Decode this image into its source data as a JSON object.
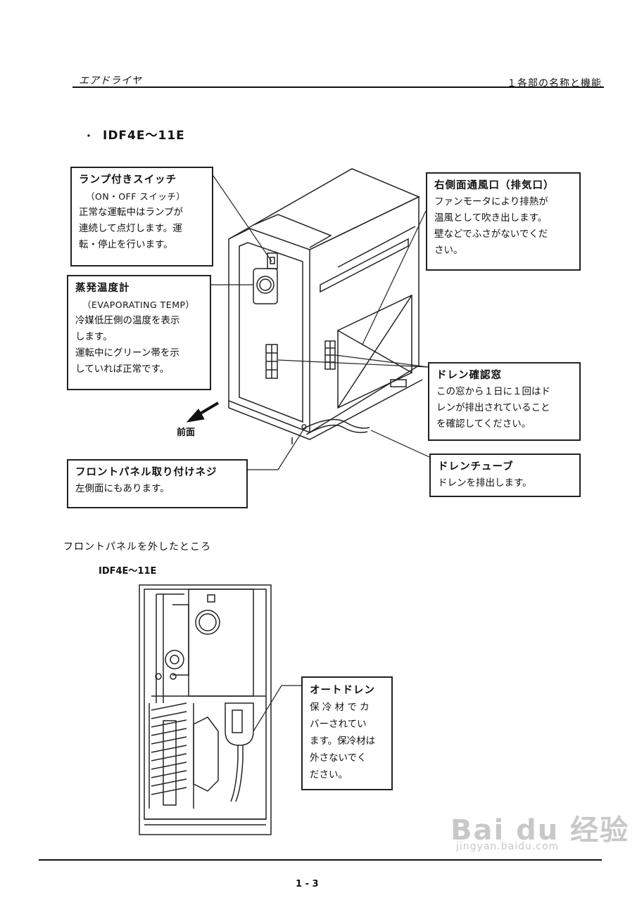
{
  "header": {
    "left": "エアドライヤ",
    "right": "１各部の名称と機能"
  },
  "section1": {
    "bullet": "・",
    "title": "IDF4E〜11E",
    "front_label": "前面"
  },
  "callouts": {
    "lamp_switch": {
      "title": "ランプ付きスイッチ",
      "sub": "（ON・OFF スイッチ）",
      "lines": [
        "正常な運転中はランプが",
        "連続して点灯します。運",
        "転・停止を行います。"
      ]
    },
    "evap_gauge": {
      "title": "蒸発温度計",
      "sub": "（EVAPORATING TEMP）",
      "lines": [
        "冷媒低圧側の温度を表示",
        "します。",
        "運転中にグリーン帯を示",
        "していれば正常です。"
      ]
    },
    "vent": {
      "title": "右側面通風口（排気口）",
      "lines": [
        "ファンモータにより排熱が",
        "温風として吹き出します。",
        "壁などでふさがないでくだ",
        "さい。"
      ]
    },
    "drain_window": {
      "title": "ドレン確認窓",
      "lines": [
        "この窓から１日に１回はド",
        "レンが排出されていること",
        "を確認してください。"
      ]
    },
    "panel_screw": {
      "title": "フロントパネル取り付けネジ",
      "lines": [
        "左側面にもあります。"
      ]
    },
    "drain_tube": {
      "title": "ドレンチューブ",
      "lines": [
        "ドレンを排出します。"
      ]
    },
    "auto_drain": {
      "title": "オートドレン",
      "lines": [
        "保 冷 材 で カ",
        "バーされてい",
        "ます。保冷材は",
        "外さないでく",
        "ださい。"
      ]
    }
  },
  "section2": {
    "heading": "フロントパネルを外したところ",
    "title": "IDF4E〜11E"
  },
  "footer": {
    "page": "1 - 3"
  },
  "watermark": {
    "text": "Bai du 经验",
    "sub": "jingyan.baidu.com"
  }
}
